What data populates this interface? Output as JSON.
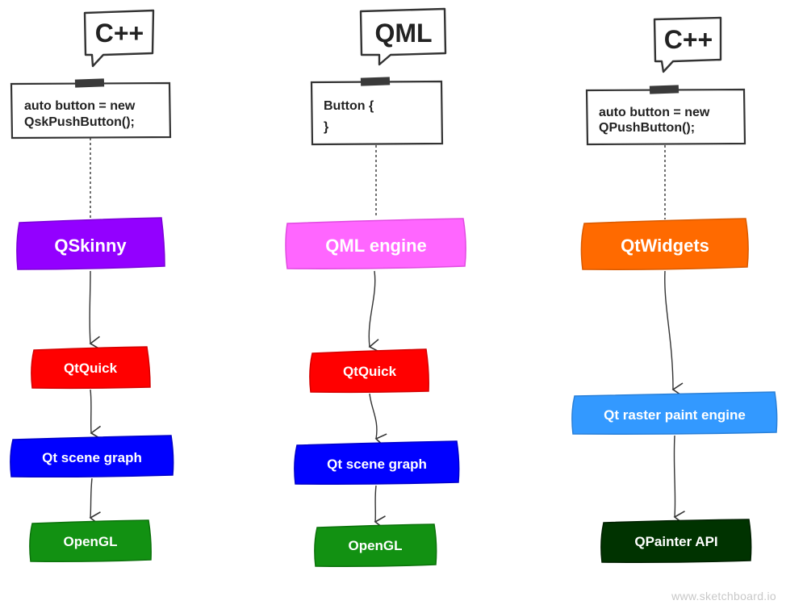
{
  "columns": [
    {
      "id": "qskinny",
      "language_bubble": "C++",
      "code_lines": [
        "auto button = new",
        "QskPushButton();"
      ],
      "layers": [
        {
          "label": "QSkinny",
          "color": "#9300ff"
        },
        {
          "label": "QtQuick",
          "color": "#ff0000"
        },
        {
          "label": "Qt scene graph",
          "color": "#0000ff"
        },
        {
          "label": "OpenGL",
          "color": "#129112"
        }
      ]
    },
    {
      "id": "qml",
      "language_bubble": "QML",
      "code_lines": [
        "Button {",
        "}"
      ],
      "layers": [
        {
          "label": "QML engine",
          "color": "#ff66ff"
        },
        {
          "label": "QtQuick",
          "color": "#ff0000"
        },
        {
          "label": "Qt scene graph",
          "color": "#0000ff"
        },
        {
          "label": "OpenGL",
          "color": "#129112"
        }
      ]
    },
    {
      "id": "qtwidgets",
      "language_bubble": "C++",
      "code_lines": [
        "auto button = new",
        "QPushButton();"
      ],
      "layers": [
        {
          "label": "QtWidgets",
          "color": "#ff6a00"
        },
        {
          "label": "Qt raster paint engine",
          "color": "#3399ff"
        },
        {
          "label": "QPainter API",
          "color": "#003300"
        }
      ]
    }
  ],
  "watermark": "www.sketchboard.io",
  "colors": {
    "stroke": "#333333",
    "tape": "#3a3a3a"
  }
}
